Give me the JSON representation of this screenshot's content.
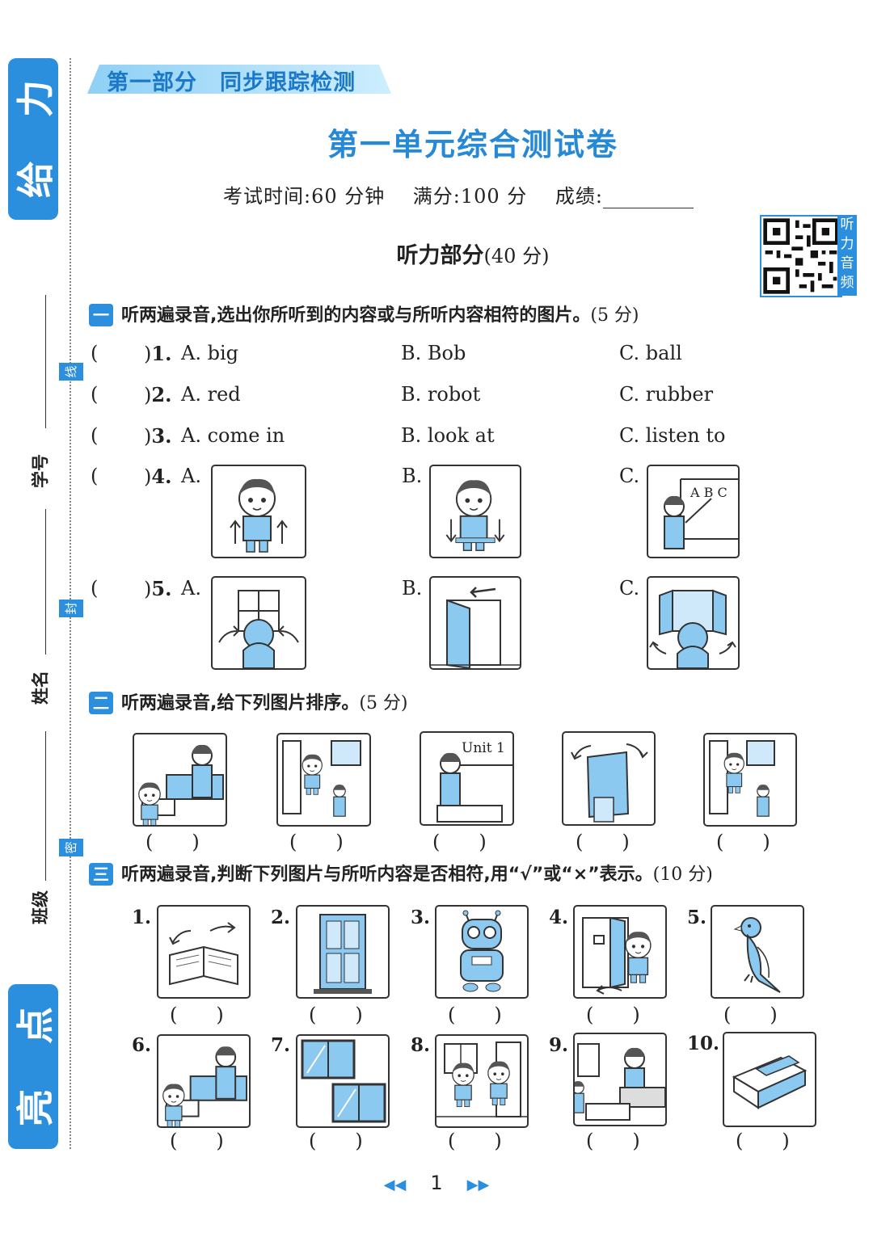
{
  "side": {
    "top_tab": [
      "给",
      "力"
    ],
    "bottom_tab": [
      "亮",
      "点"
    ],
    "cut_marks": [
      "线",
      "封",
      "密"
    ],
    "fields": [
      "学号",
      "姓名",
      "班级"
    ]
  },
  "header": {
    "band": "第一部分　同步跟踪检测",
    "title": "第一单元综合测试卷",
    "time_label": "考试时间:60 分钟",
    "full_label": "满分:100 分",
    "score_label": "成绩:",
    "listening_title": "听力部分",
    "listening_points": "(40 分)",
    "qr_tab": [
      "听",
      "力",
      "音",
      "频"
    ]
  },
  "section1": {
    "num": "一",
    "text": "听两遍录音,选出你所听到的内容或与所听内容相符的图片。",
    "points": "(5 分)",
    "questions": [
      {
        "n": "1.",
        "a": "A. big",
        "b": "B. Bob",
        "c": "C. ball"
      },
      {
        "n": "2.",
        "a": "A. red",
        "b": "B. robot",
        "c": "C. rubber"
      },
      {
        "n": "3.",
        "a": "A. come in",
        "b": "B. look at",
        "c": "C. listen to"
      }
    ],
    "q4": {
      "n": "4.",
      "a": "A.",
      "b": "B.",
      "c": "C.",
      "board": "A B C"
    },
    "q5": {
      "n": "5.",
      "a": "A.",
      "b": "B.",
      "c": "C."
    }
  },
  "section2": {
    "num": "二",
    "text": "听两遍录音,给下列图片排序。",
    "points": "(5 分)",
    "board": "Unit 1"
  },
  "section3": {
    "num": "三",
    "text": "听两遍录音,判断下列图片与所听内容是否相符,用“√”或“×”表示。",
    "points": "(10 分)",
    "nums": [
      "1.",
      "2.",
      "3.",
      "4.",
      "5.",
      "6.",
      "7.",
      "8.",
      "9.",
      "10."
    ]
  },
  "paren": "(　　)",
  "paren_open": "(",
  "paren_close": ")",
  "footer": {
    "page": "1",
    "prev": "◀◀",
    "next": "▶▶"
  }
}
